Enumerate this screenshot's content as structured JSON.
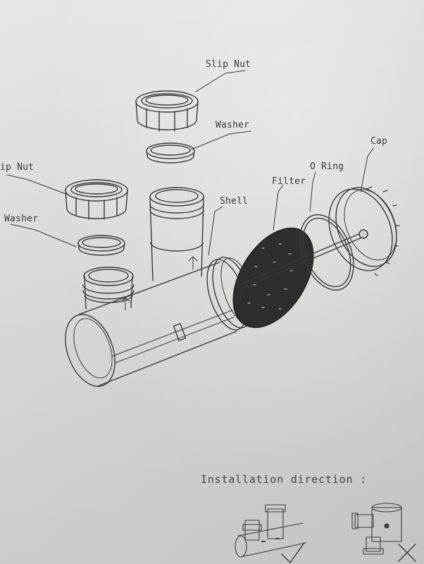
{
  "labels": {
    "slip_nut_top": "Slip Nut",
    "washer_top": "Washer",
    "slip_nut_left": "ip Nut",
    "washer_left": "Washer",
    "shell": "Shell",
    "filter": "Filter",
    "o_ring": "O Ring",
    "cap": "Cap"
  },
  "installation_direction": "Installation direction :",
  "colors": {
    "paper": "#e2e2e0",
    "ink": "#3a3a3a",
    "filter_fill": "#2e2e2e"
  }
}
